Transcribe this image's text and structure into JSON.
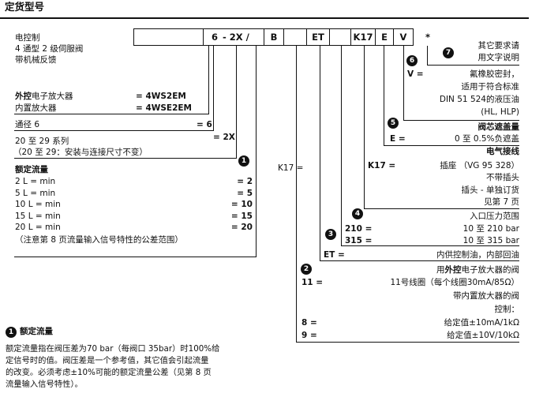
{
  "title": "定货型号",
  "code": {
    "c1": "6",
    "c2": "- 2X /",
    "c3": "B",
    "c4": "ET",
    "c5": "K17",
    "c6": "E",
    "c7": "V",
    "c8": "*"
  },
  "left": {
    "desc1": "电控制",
    "desc2": "4 通型 2 级伺服阀",
    "desc3": "带机械反馈",
    "ext_label_bold": "外控",
    "ext_label_rest": "电子放大器",
    "ext_code": "= 4WS2EM",
    "int_label": "内置放大器",
    "int_code": "= 4WSE2EM",
    "size_label": "通径 6",
    "size_code": "= 6",
    "series_label": "20 至 29 系列",
    "series_code": "= 2X",
    "series_note": "（20 至 29：安装与连接尺寸不变）",
    "flow_heading": "额定流量",
    "flows": [
      {
        "label": "2 L = min",
        "code": "= 2"
      },
      {
        "label": "5 L = min",
        "code": "= 5"
      },
      {
        "label": "10 L = min",
        "code": "= 10"
      },
      {
        "label": "15 L = min",
        "code": "= 15"
      },
      {
        "label": "20 L = min",
        "code": "= 20"
      }
    ],
    "flow_note": "（注意第 8 页流量输入信号特性的公差范围）"
  },
  "k17_left": "K17 =",
  "right": {
    "other1": "其它要求请",
    "other2": "用文字说明",
    "v_code": "V =",
    "v1": "氟橡胶密封，",
    "v2": "适用于符合标准",
    "v3": "DIN 51 524的液压油",
    "v4": "(HL, HLP)",
    "overlap_heading": "阀芯遮盖量",
    "e_code": "E =",
    "e_text": "0 至 0.5%负遮盖",
    "elec_heading": "电气接线",
    "k17_code": "K17 =",
    "k17_text": "插座 （VG 95 328）",
    "k17_t2": "不带插头",
    "k17_t3": "插头 - 单独订货",
    "k17_t4": "见第 7 页",
    "pressure_heading": "入口压力范围",
    "p210_code": "210 =",
    "p210_text": "10 至 210 bar",
    "p315_code": "315 =",
    "p315_text": "10 至 315 bar",
    "et_code": "ET =",
    "et_text": "内供控制油，内部回油",
    "ext_amp_pre": "用",
    "ext_amp_bold": "外控",
    "ext_amp_post": "电子放大器的阀",
    "c11_code": "11 =",
    "c11_text": "11号线圈（每个线圈30mA/85Ω）",
    "int_amp1": "带内置放大器的阀",
    "int_amp2": "控制：",
    "c8_code": "8 =",
    "c8_text": "给定值±10mA/1kΩ",
    "c9_code": "9 =",
    "c9_text": "给定值±10V/10kΩ"
  },
  "footnote": {
    "heading": "额定流量",
    "p1": "额定流量指在阀压差为70 bar（每阀口 35bar）时100%给",
    "p2": "定信号时的值。阀压差是一个参考值，其它值会引起流量",
    "p3": "的改变。必须考虑±10%可能的额定流量公差（见第 8 页",
    "p4": "流量输入信号特性）。"
  },
  "markers": [
    "1",
    "2",
    "3",
    "4",
    "5",
    "6",
    "7"
  ]
}
